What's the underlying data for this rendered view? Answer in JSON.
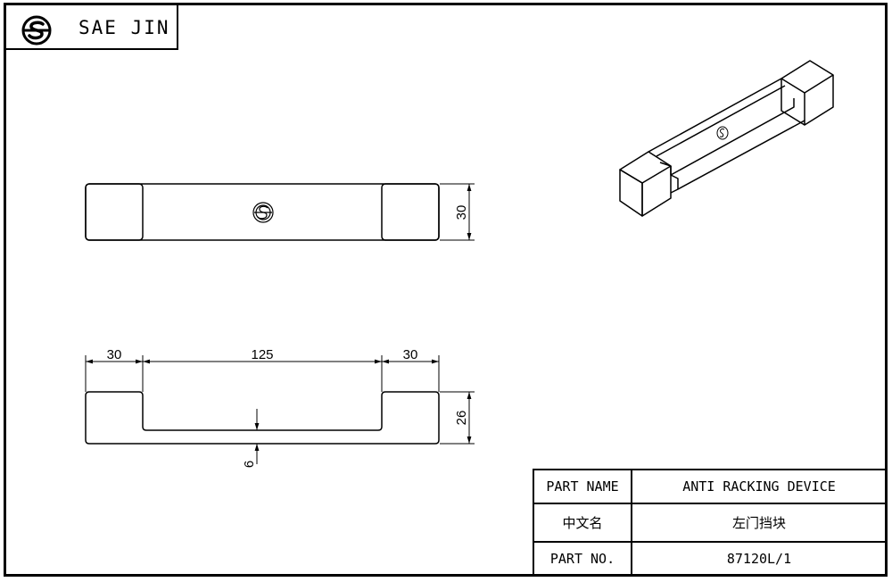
{
  "brand": {
    "name": "SAE JIN",
    "logo_icon": "sae-jin-logo-icon"
  },
  "dimensions": {
    "front_height": "30",
    "left_width": "30",
    "middle_width": "125",
    "right_width": "30",
    "side_height": "26",
    "recess_depth": "6"
  },
  "title_block": {
    "rows": [
      {
        "label": "PART NAME",
        "value": "ANTI RACKING DEVICE"
      },
      {
        "label": "中文名",
        "value": "左门挡块"
      },
      {
        "label": "PART NO.",
        "value": "87120L/1"
      }
    ]
  }
}
